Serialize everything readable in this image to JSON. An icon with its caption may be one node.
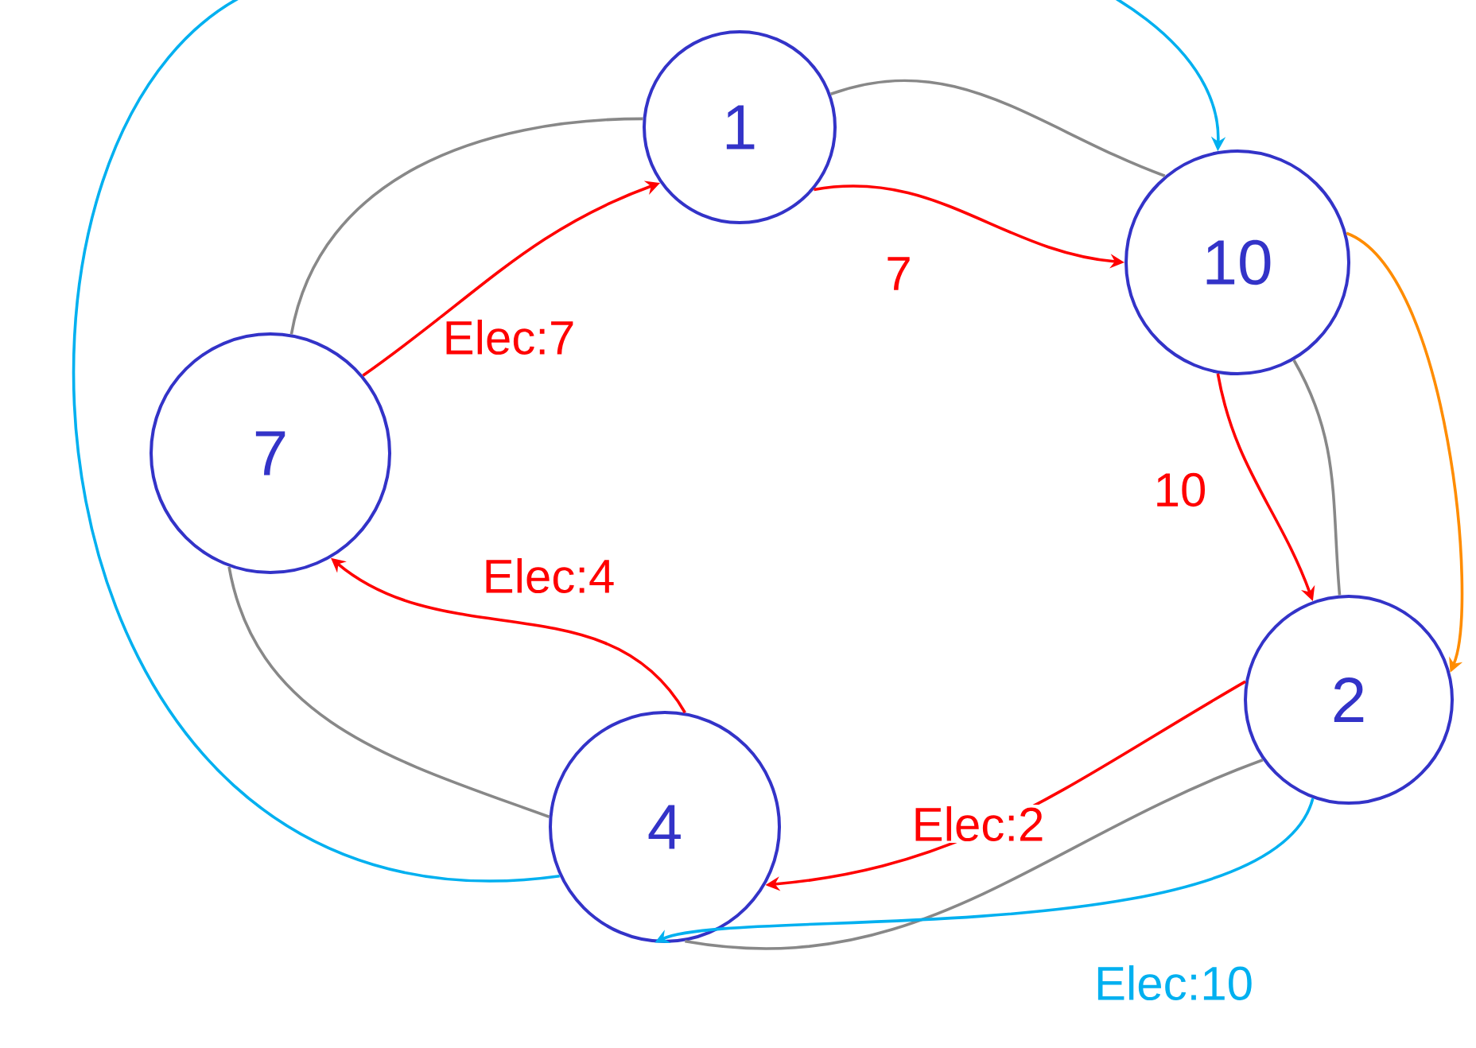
{
  "diagram": {
    "nodes": [
      {
        "text": [
          "1"
        ]
      },
      {
        "text": [
          "10"
        ]
      },
      {
        "text": [
          "7"
        ]
      },
      {
        "text": [
          "2"
        ]
      },
      {
        "text": [
          "4"
        ]
      }
    ],
    "edges": [
      {
        "from": 2,
        "to": 0,
        "arrow": "none",
        "color": "#888888"
      },
      {
        "from": 0,
        "to": 1,
        "arrow": "none",
        "color": "#888888"
      },
      {
        "from": 1,
        "to": 3,
        "arrow": "none",
        "color": "#888888"
      },
      {
        "from": 3,
        "to": 4,
        "arrow": "none",
        "color": "#888888"
      },
      {
        "from": 4,
        "to": 2,
        "arrow": "none",
        "color": "#888888"
      },
      {
        "from": 2,
        "to": 0,
        "arrow": "to",
        "label": "Elec:7",
        "color": "#ff0000"
      },
      {
        "from": 0,
        "to": 1,
        "arrow": "to",
        "label": "7",
        "color": "#ff0000"
      },
      {
        "from": 1,
        "to": 3,
        "arrow": "to",
        "label": "10",
        "color": "#ff0000"
      },
      {
        "from": 3,
        "to": 4,
        "arrow": "to",
        "label": "Elec:2",
        "color": "#ff0000"
      },
      {
        "from": 4,
        "to": 2,
        "arrow": "to",
        "label": "Elec:4",
        "color": "#ff0000"
      },
      {
        "from": 4,
        "to": 1,
        "arrow": "to",
        "color": "#00b0f0"
      },
      {
        "from": 3,
        "to": 4,
        "arrow": "to",
        "label": "Elec:10",
        "color": "#00b0f0"
      },
      {
        "from": 1,
        "to": 3,
        "arrow": "to",
        "color": "#ff8c00"
      }
    ]
  }
}
